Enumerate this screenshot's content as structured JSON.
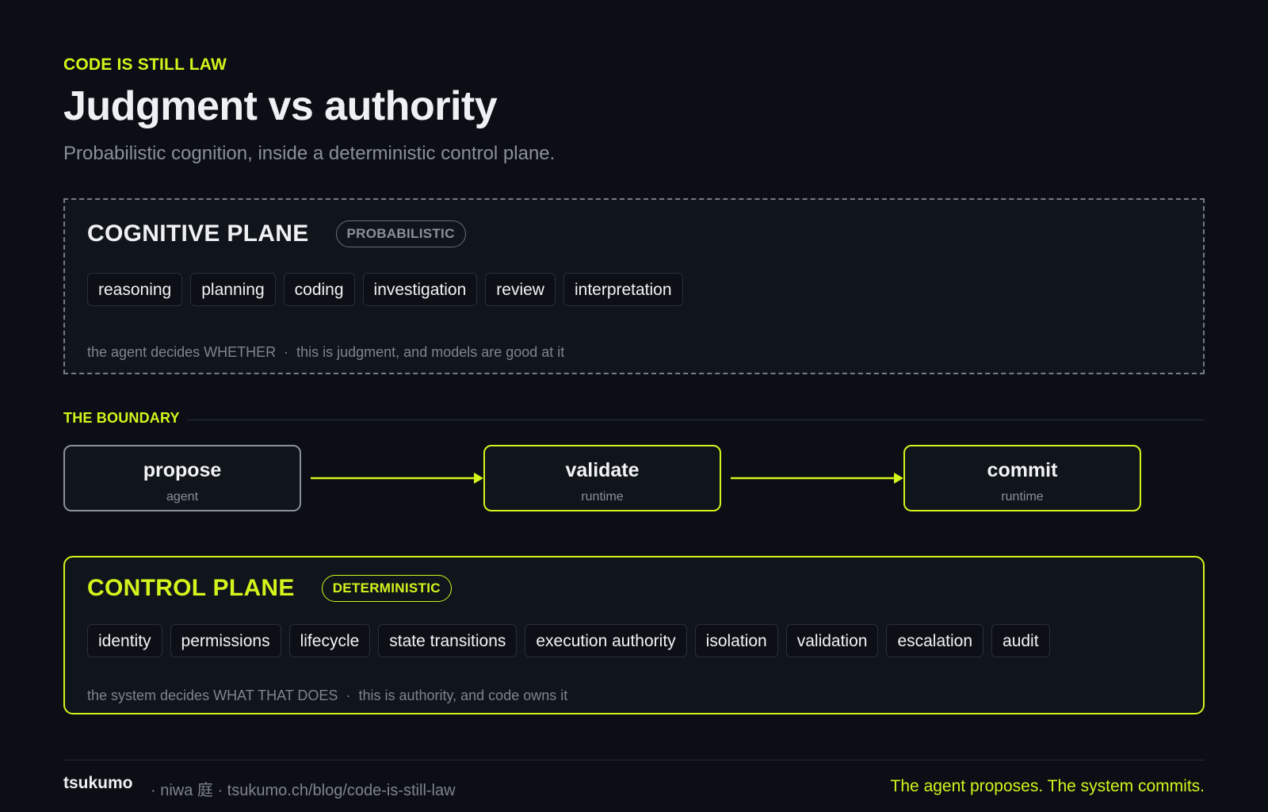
{
  "header": {
    "eyebrow": "CODE IS STILL LAW",
    "title": "Judgment vs authority",
    "subtitle": "Probabilistic cognition, inside a deterministic control plane."
  },
  "cognitive_plane": {
    "title": "COGNITIVE PLANE",
    "badge": "PROBABILISTIC",
    "items": [
      "reasoning",
      "planning",
      "coding",
      "investigation",
      "review",
      "interpretation"
    ],
    "note_left": "the agent decides WHETHER",
    "note_sep": "·",
    "note_right": "this is judgment, and models are good at it"
  },
  "boundary": {
    "label": "THE BOUNDARY",
    "steps": [
      {
        "title": "propose",
        "sub": "agent"
      },
      {
        "title": "validate",
        "sub": "runtime"
      },
      {
        "title": "commit",
        "sub": "runtime"
      }
    ]
  },
  "control_plane": {
    "title": "CONTROL PLANE",
    "badge": "DETERMINISTIC",
    "items": [
      "identity",
      "permissions",
      "lifecycle",
      "state transitions",
      "execution authority",
      "isolation",
      "validation",
      "escalation",
      "audit"
    ],
    "note_left": "the system decides WHAT THAT DOES",
    "note_sep": "·",
    "note_right": "this is authority, and code owns it"
  },
  "footer": {
    "brand": "tsukumo",
    "meta": "· niwa 庭 · tsukumo.ch/blog/code-is-still-law",
    "tagline": "The agent proposes. The system commits."
  },
  "colors": {
    "background": "#0b0e14",
    "accent": "#d4f41c",
    "muted": "#8b9099"
  }
}
